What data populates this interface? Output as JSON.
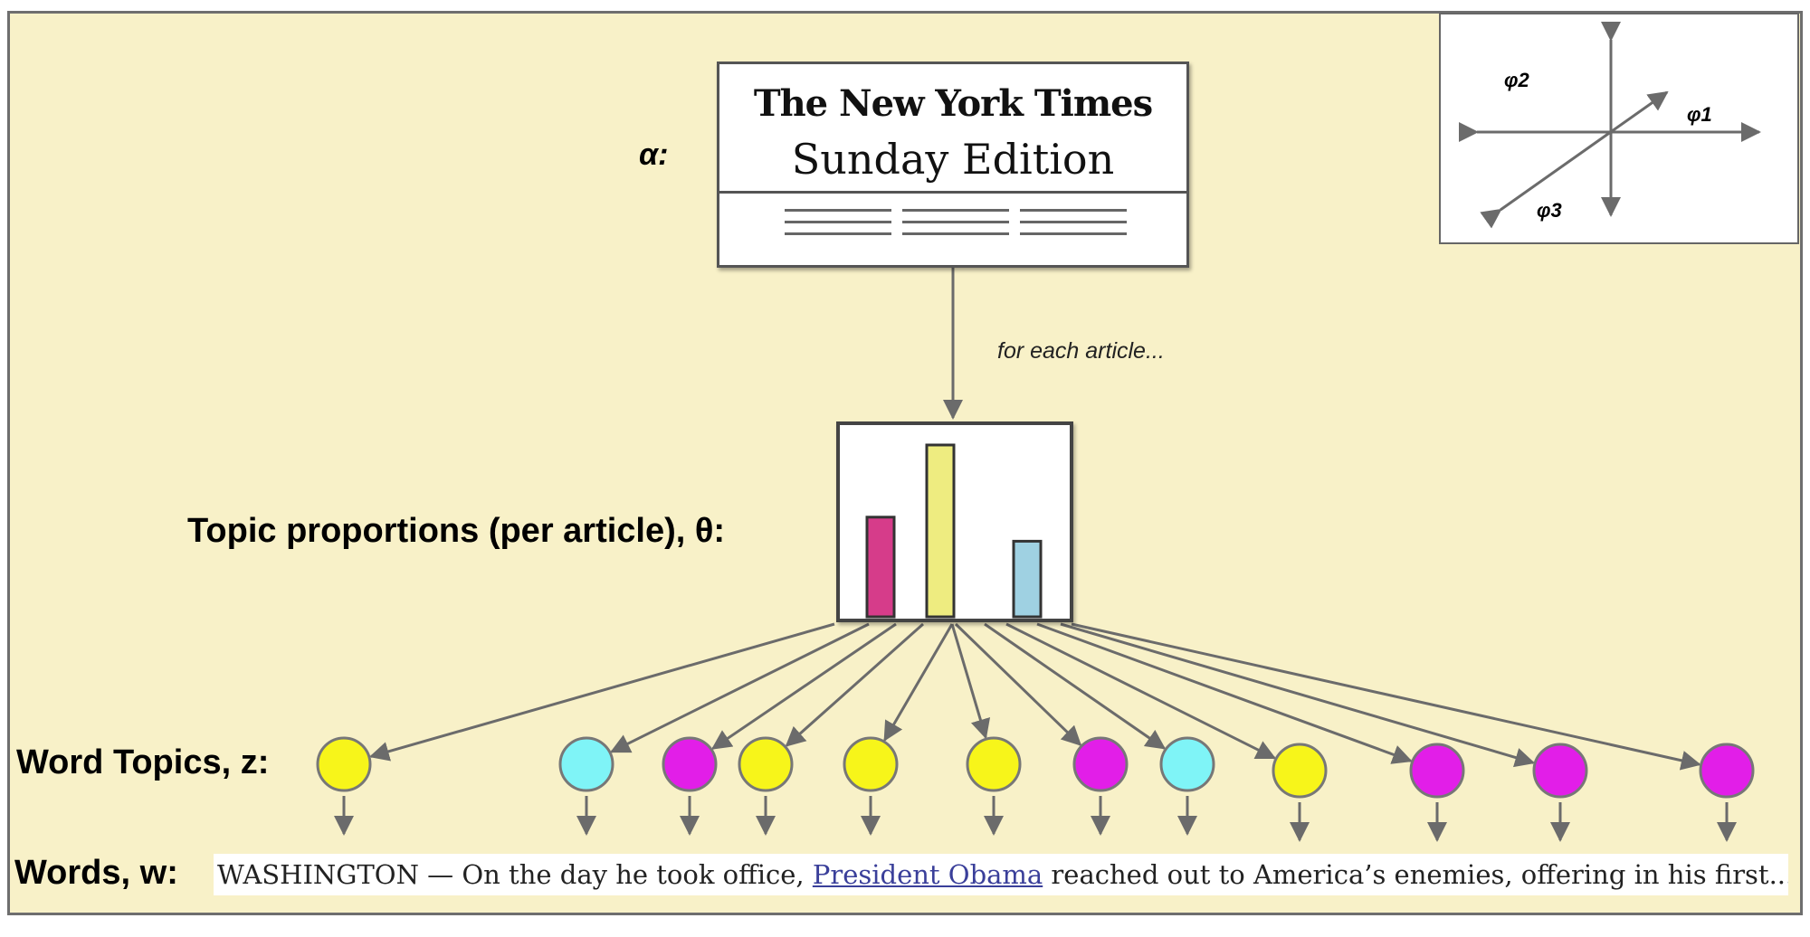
{
  "labels": {
    "alpha": "α:",
    "theta": "Topic proportions (per article), θ:",
    "word_topics": "Word Topics, z:",
    "words": "Words, w:"
  },
  "paper": {
    "masthead": "The New York Times",
    "edition": "Sunday Edition"
  },
  "annotation": "for each article...",
  "phi": {
    "labels": [
      "φ1",
      "φ2",
      "φ3"
    ]
  },
  "theta_bars": [
    {
      "topic": "magenta",
      "color": "#d63c8a",
      "value": 0.58
    },
    {
      "topic": "yellow",
      "color": "#eeec80",
      "value": 1.0
    },
    {
      "topic": "blue",
      "color": "#9fd1e2",
      "value": 0.44
    }
  ],
  "word_topics": [
    {
      "topic": "yellow",
      "color": "#f7f51a"
    },
    {
      "topic": "cyan",
      "color": "#7ff4f7"
    },
    {
      "topic": "magenta",
      "color": "#e21ee8"
    },
    {
      "topic": "yellow",
      "color": "#f7f51a"
    },
    {
      "topic": "yellow",
      "color": "#f7f51a"
    },
    {
      "topic": "yellow",
      "color": "#f7f51a"
    },
    {
      "topic": "magenta",
      "color": "#e21ee8"
    },
    {
      "topic": "cyan",
      "color": "#7ff4f7"
    },
    {
      "topic": "yellow",
      "color": "#f7f51a"
    },
    {
      "topic": "magenta",
      "color": "#e21ee8"
    },
    {
      "topic": "magenta",
      "color": "#e21ee8"
    },
    {
      "topic": "magenta",
      "color": "#e21ee8"
    }
  ],
  "sentence": {
    "before": "WASHINGTON — On the day he took office, ",
    "link": "President Obama",
    "after": " reached out to America’s enemies, offering in his first..."
  },
  "colors": {
    "background": "#f8f1c8",
    "arrow": "#6b6b6b"
  }
}
